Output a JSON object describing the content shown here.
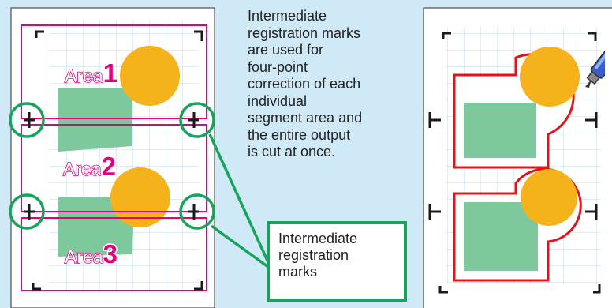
{
  "description": "Intermediate\nregistration marks\nare used for\nfour-point\ncorrection of each\nindividual\nsegment area and\nthe entire output\nis cut at once.",
  "callout": "Intermediate\nregistration\nmarks",
  "areas": [
    {
      "word": "Area",
      "number": "1"
    },
    {
      "word": "Area",
      "number": "2"
    },
    {
      "word": "Area",
      "number": "3"
    }
  ],
  "colors": {
    "background": "#cfe9f7",
    "sheet": "#ffffff",
    "grid": "#b9dff2",
    "area_frame": "#e5007e",
    "label_number": "#e5007e",
    "circle": "#f5b21b",
    "square": "#7dc89c",
    "highlight": "#18a35b",
    "cut_line": "#e3121b"
  },
  "icons": [
    "registration-mark-icon",
    "cutter-icon"
  ]
}
